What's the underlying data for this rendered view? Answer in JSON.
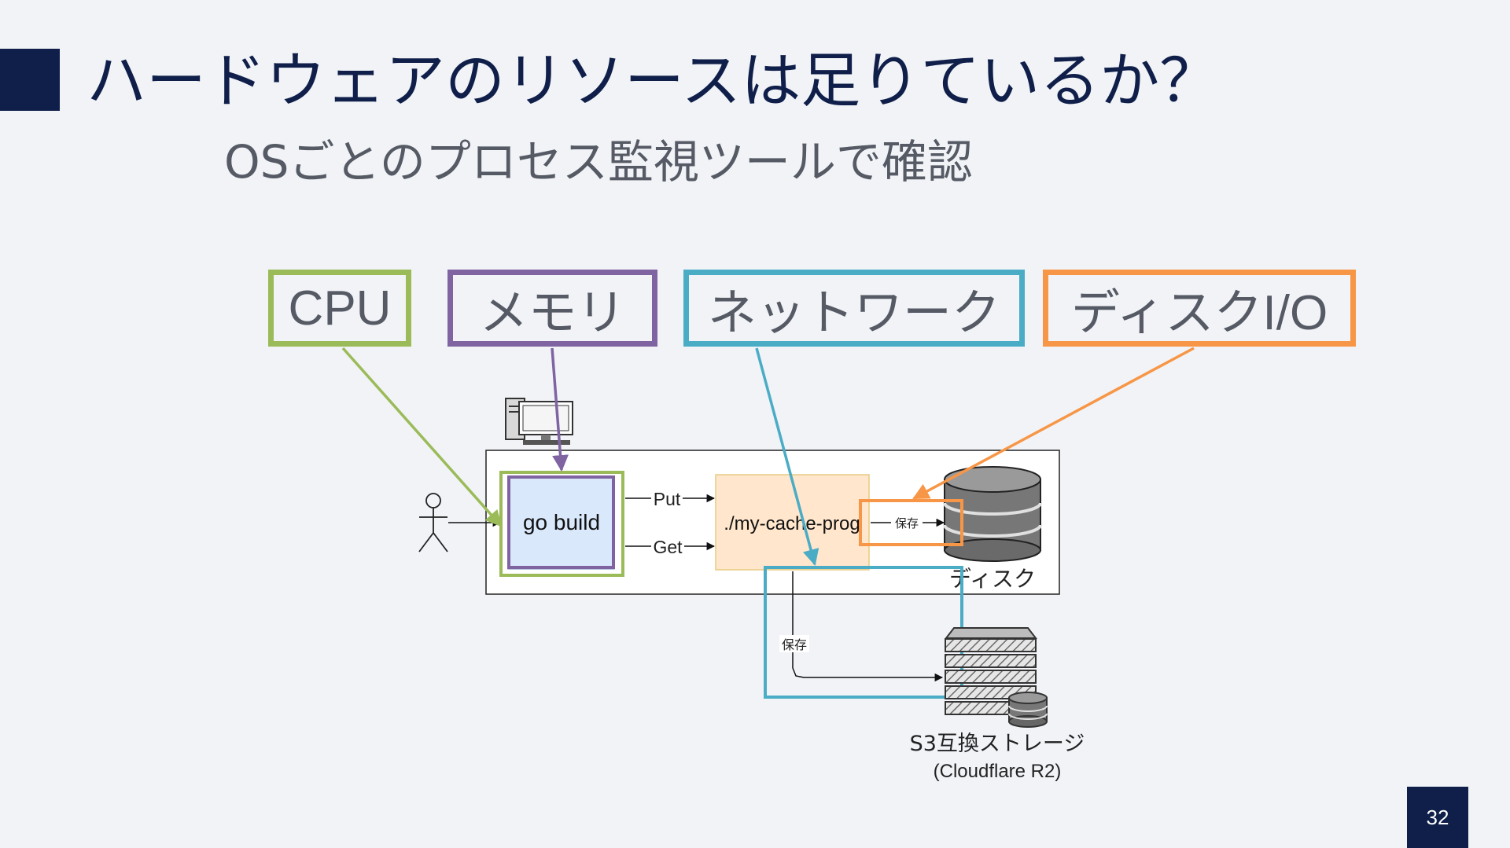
{
  "slide": {
    "title": "ハードウェアのリソースは足りているか？",
    "subtitle": "OSごとのプロセス監視ツールで確認",
    "page_number": "32"
  },
  "labels": {
    "cpu": "CPU",
    "memory": "メモリ",
    "network": "ネットワーク",
    "disk_io": "ディスクI/O"
  },
  "diagram": {
    "go_build": "go build",
    "cache_prog": "./my-cache-prog",
    "put": "Put",
    "get": "Get",
    "save_disk": "保存",
    "save_s3": "保存",
    "disk_label": "ディスク",
    "s3_label": "S3互換ストレージ",
    "s3_sublabel": "(Cloudflare R2)"
  },
  "colors": {
    "title_navy": "#101f4a",
    "cpu_green": "#9bbb59",
    "memory_purple": "#8064a2",
    "network_teal": "#4bacc6",
    "disk_orange": "#f79646"
  },
  "icons": {
    "user": "person-icon",
    "computer": "desktop-computer-icon",
    "disk": "database-icon",
    "s3": "server-rack-icon"
  }
}
